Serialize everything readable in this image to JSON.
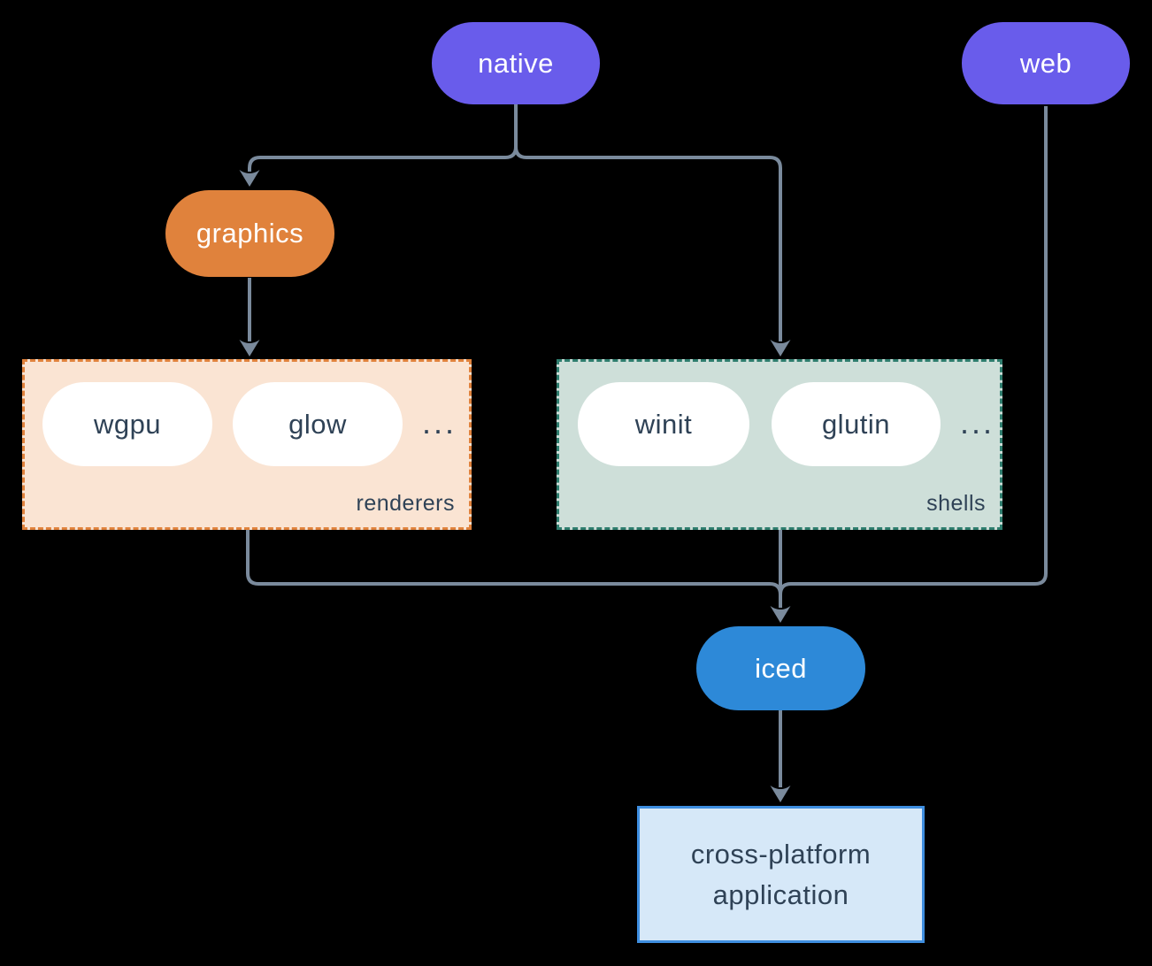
{
  "diagram": {
    "type": "architecture-flowchart",
    "nodes": {
      "native": {
        "label": "native",
        "color": "#695CEB",
        "text_color": "#FFFFFF"
      },
      "web": {
        "label": "web",
        "color": "#695CEB",
        "text_color": "#FFFFFF"
      },
      "graphics": {
        "label": "graphics",
        "color": "#E0823C",
        "text_color": "#FFFFFF"
      },
      "iced": {
        "label": "iced",
        "color": "#2D89D8",
        "text_color": "#FFFFFF"
      },
      "application": {
        "label": "cross-platform application",
        "lines": [
          "cross-platform",
          "application"
        ],
        "fill": "#D6E8F8",
        "border": "#3E8EE0"
      }
    },
    "groups": {
      "renderers": {
        "label": "renderers",
        "items": [
          "wgpu",
          "glow"
        ],
        "more": "...",
        "fill": "#FAE4D3",
        "border": "#E0823C"
      },
      "shells": {
        "label": "shells",
        "items": [
          "winit",
          "glutin"
        ],
        "more": "...",
        "fill": "#CEDFD9",
        "border": "#2E7D6E"
      }
    },
    "edges": [
      {
        "from": "native",
        "to": "graphics"
      },
      {
        "from": "native",
        "to": "shells"
      },
      {
        "from": "graphics",
        "to": "renderers"
      },
      {
        "from": "renderers",
        "to": "iced"
      },
      {
        "from": "shells",
        "to": "iced"
      },
      {
        "from": "web",
        "to": "iced"
      },
      {
        "from": "iced",
        "to": "application"
      }
    ],
    "line_color": "#7A8A9C",
    "background": "#000000",
    "item_text_color": "#2F4256"
  }
}
